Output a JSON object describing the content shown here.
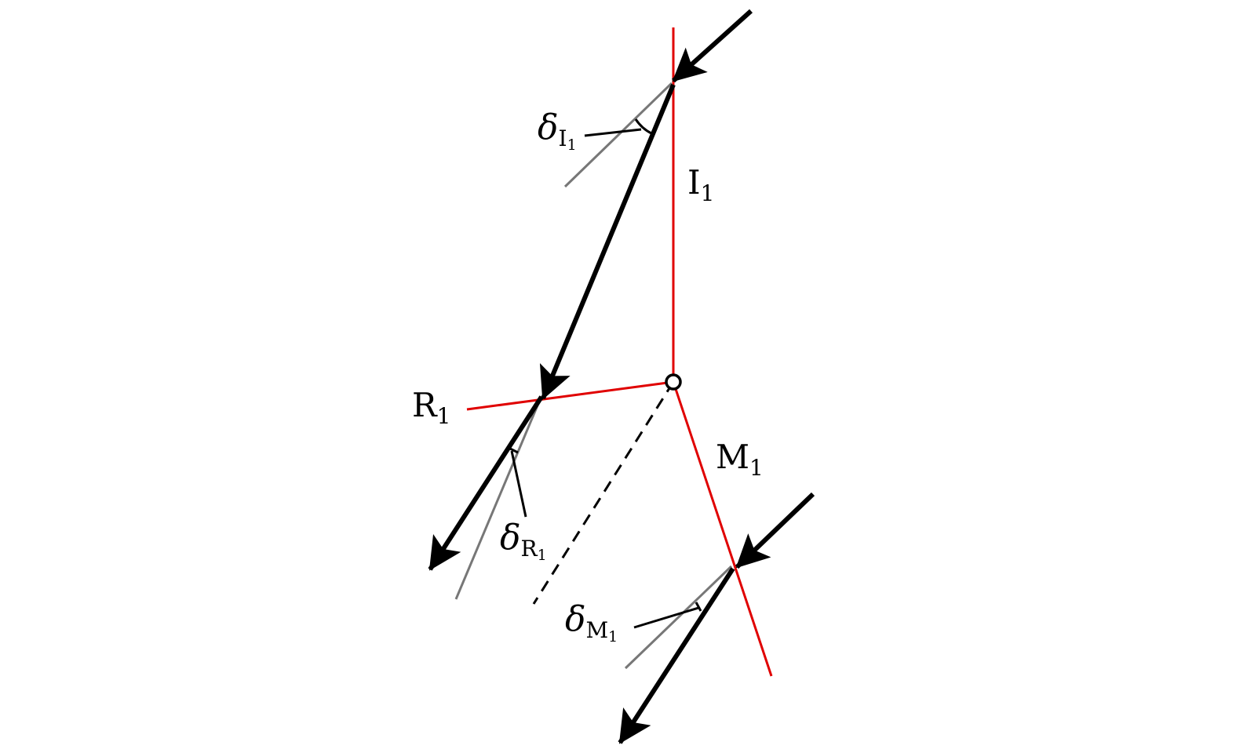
{
  "labels": {
    "I1": {
      "main": "I",
      "sub": "1"
    },
    "R1": {
      "main": "R",
      "sub": "1"
    },
    "M1": {
      "main": "M",
      "sub": "1"
    },
    "deltaI1": {
      "greek": "δ",
      "sub": "I",
      "subsub": "1"
    },
    "deltaR1": {
      "greek": "δ",
      "sub": "R",
      "subsub": "1"
    },
    "deltaM1": {
      "greek": "δ",
      "sub": "M",
      "subsub": "1"
    }
  },
  "colors": {
    "axis": "#e00000",
    "ray": "#000000",
    "guide": "#777777",
    "pivot_fill": "#ffffff"
  }
}
